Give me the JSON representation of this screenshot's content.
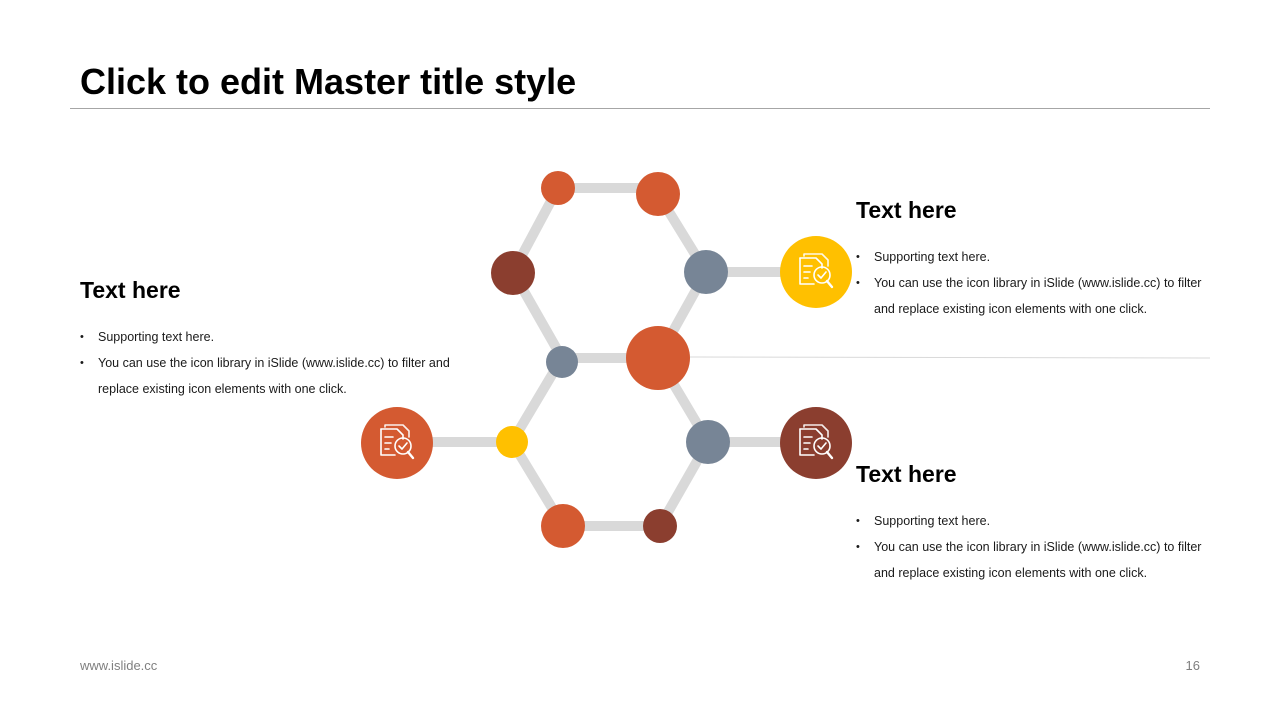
{
  "title": "Click to edit Master title style",
  "colors": {
    "orange": "#D45A31",
    "dark_brown": "#8B3E2F",
    "slate": "#778596",
    "yellow": "#FFC000",
    "connector": "#D9D9D9",
    "rule": "#A6A6A6"
  },
  "blocks": {
    "left": {
      "heading": "Text here",
      "bullets": [
        "Supporting text here.",
        "You can use the icon library in iSlide  (www.islide.cc) to filter and replace existing icon elements with one click."
      ]
    },
    "top_right": {
      "heading": "Text here",
      "bullets": [
        "Supporting text here.",
        "You can use the icon library in iSlide  (www.islide.cc) to filter and replace existing icon elements with one click."
      ]
    },
    "bottom_right": {
      "heading": "Text here",
      "bullets": [
        "Supporting text here.",
        "You can use the icon library in iSlide  (www.islide.cc) to filter and replace existing icon elements with one click."
      ]
    }
  },
  "icons": {
    "left": "document-search-icon",
    "top_right": "document-search-icon",
    "bottom_right": "document-search-icon"
  },
  "footer": {
    "url": "www.islide.cc",
    "page_number": "16"
  }
}
